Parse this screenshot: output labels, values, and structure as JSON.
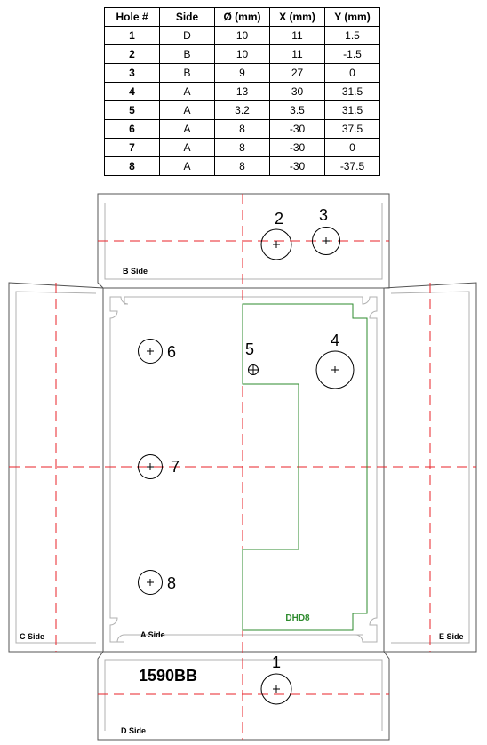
{
  "table": {
    "headers": [
      "Hole #",
      "Side",
      "Ø (mm)",
      "X (mm)",
      "Y (mm)"
    ],
    "rows": [
      {
        "hole": "1",
        "side": "D",
        "dia": "10",
        "x": "11",
        "y": "1.5"
      },
      {
        "hole": "2",
        "side": "B",
        "dia": "10",
        "x": "11",
        "y": "-1.5"
      },
      {
        "hole": "3",
        "side": "B",
        "dia": "9",
        "x": "27",
        "y": "0"
      },
      {
        "hole": "4",
        "side": "A",
        "dia": "13",
        "x": "30",
        "y": "31.5"
      },
      {
        "hole": "5",
        "side": "A",
        "dia": "3.2",
        "x": "3.5",
        "y": "31.5"
      },
      {
        "hole": "6",
        "side": "A",
        "dia": "8",
        "x": "-30",
        "y": "37.5"
      },
      {
        "hole": "7",
        "side": "A",
        "dia": "8",
        "x": "-30",
        "y": "0"
      },
      {
        "hole": "8",
        "side": "A",
        "dia": "8",
        "x": "-30",
        "y": "-37.5"
      }
    ]
  },
  "sides": {
    "a": "A Side",
    "b": "B Side",
    "c": "C Side",
    "d": "D Side",
    "e": "E Side"
  },
  "model": "1590BB",
  "pcb": "DHD8",
  "hole_labels": {
    "h1": "1",
    "h2": "2",
    "h3": "3",
    "h4": "4",
    "h5": "5",
    "h6": "6",
    "h7": "7",
    "h8": "8"
  },
  "colors": {
    "outline": "#555555",
    "inner": "#b0b0b0",
    "centerline": "#e8232a",
    "pcb": "#2e8b2e"
  }
}
